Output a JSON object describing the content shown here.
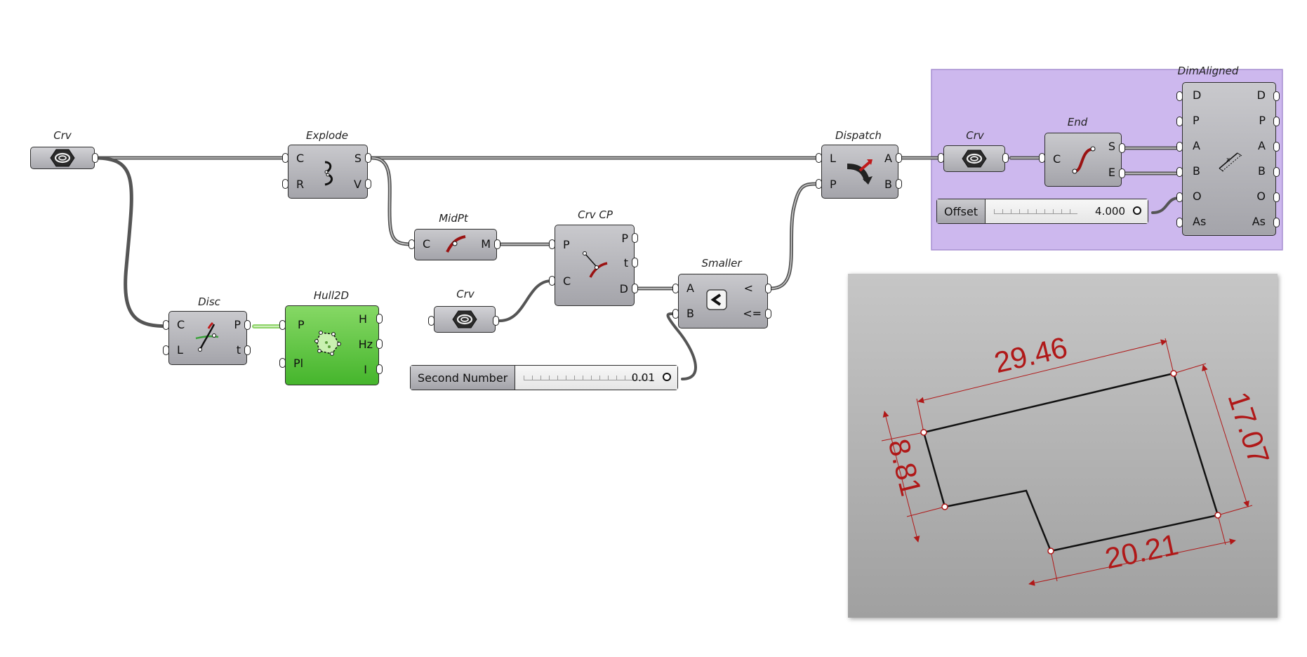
{
  "components": {
    "crv1": {
      "title": "Crv",
      "icon": "curve-param-icon"
    },
    "explode": {
      "title": "Explode",
      "inputs": [
        "C",
        "R"
      ],
      "outputs": [
        "S",
        "V"
      ]
    },
    "midpt": {
      "title": "MidPt",
      "inputs": [
        "C"
      ],
      "outputs": [
        "M"
      ]
    },
    "crvcp": {
      "title": "Crv CP",
      "inputs": [
        "P",
        "C"
      ],
      "outputs": [
        "P",
        "t",
        "D"
      ]
    },
    "smaller": {
      "title": "Smaller",
      "inputs": [
        "A",
        "B"
      ],
      "outputs": [
        "<",
        "<="
      ]
    },
    "dispatch": {
      "title": "Dispatch",
      "inputs": [
        "L",
        "P"
      ],
      "outputs": [
        "A",
        "B"
      ]
    },
    "disc": {
      "title": "Disc",
      "inputs": [
        "C",
        "L"
      ],
      "outputs": [
        "P",
        "t"
      ]
    },
    "hull2d": {
      "title": "Hull2D",
      "inputs": [
        "P",
        "Pl"
      ],
      "outputs": [
        "H",
        "Hz",
        "I"
      ]
    },
    "crv2": {
      "title": "Crv",
      "icon": "curve-param-icon"
    },
    "crv3": {
      "title": "Crv",
      "icon": "curve-param-icon"
    },
    "end": {
      "title": "End",
      "inputs": [
        "C"
      ],
      "outputs": [
        "S",
        "E"
      ]
    },
    "dimaligned": {
      "title": "DimAligned",
      "inputs": [
        "D",
        "P",
        "A",
        "B",
        "O",
        "As"
      ],
      "outputs": [
        "D",
        "P",
        "A",
        "B",
        "O",
        "As"
      ]
    }
  },
  "sliders": {
    "second_number": {
      "label": "Second Number",
      "value": "0.01"
    },
    "offset": {
      "label": "Offset",
      "value": "4.000"
    }
  },
  "viewport": {
    "dimensions": [
      "29.46",
      "17.07",
      "8.81",
      "20.21"
    ],
    "dimension_color": "#b01818"
  },
  "colors": {
    "group": "#cdb8ee",
    "component": "#b4b4b8",
    "hull_green": "#5cc43c",
    "wire": "#555555",
    "wire_selected": "#8fd46a"
  }
}
